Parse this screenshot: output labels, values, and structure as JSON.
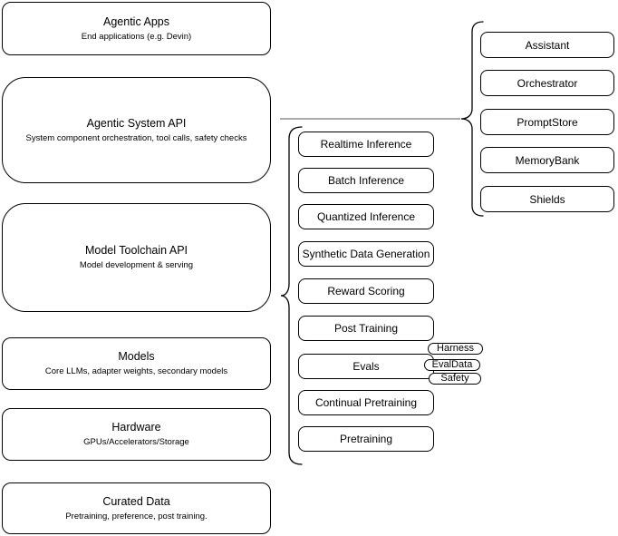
{
  "diagram": {
    "left_stack": [
      {
        "title": "Agentic Apps",
        "subtitle": "End applications (e.g. Devin)"
      },
      {
        "title": "Agentic System API",
        "subtitle": "System component orchestration, tool calls, safety checks"
      },
      {
        "title": "Model Toolchain API",
        "subtitle": "Model development & serving"
      },
      {
        "title": "Models",
        "subtitle": "Core LLMs, adapter weights, secondary models"
      },
      {
        "title": "Hardware",
        "subtitle": "GPUs/Accelerators/Storage"
      },
      {
        "title": "Curated Data",
        "subtitle": "Pretraining, preference, post training."
      }
    ],
    "toolchain_items": [
      "Realtime Inference",
      "Batch Inference",
      "Quantized Inference",
      "Synthetic Data Generation",
      "Reward Scoring",
      "Post Training",
      "Evals",
      "Continual Pretraining",
      "Pretraining"
    ],
    "eval_tags": [
      "Harness",
      "EvalData",
      "Safety"
    ],
    "system_components": [
      "Assistant",
      "Orchestrator",
      "PromptStore",
      "MemoryBank",
      "Shields"
    ],
    "colors": {
      "stroke": "#000000",
      "background": "#ffffff",
      "connector_line": "#777777"
    }
  }
}
